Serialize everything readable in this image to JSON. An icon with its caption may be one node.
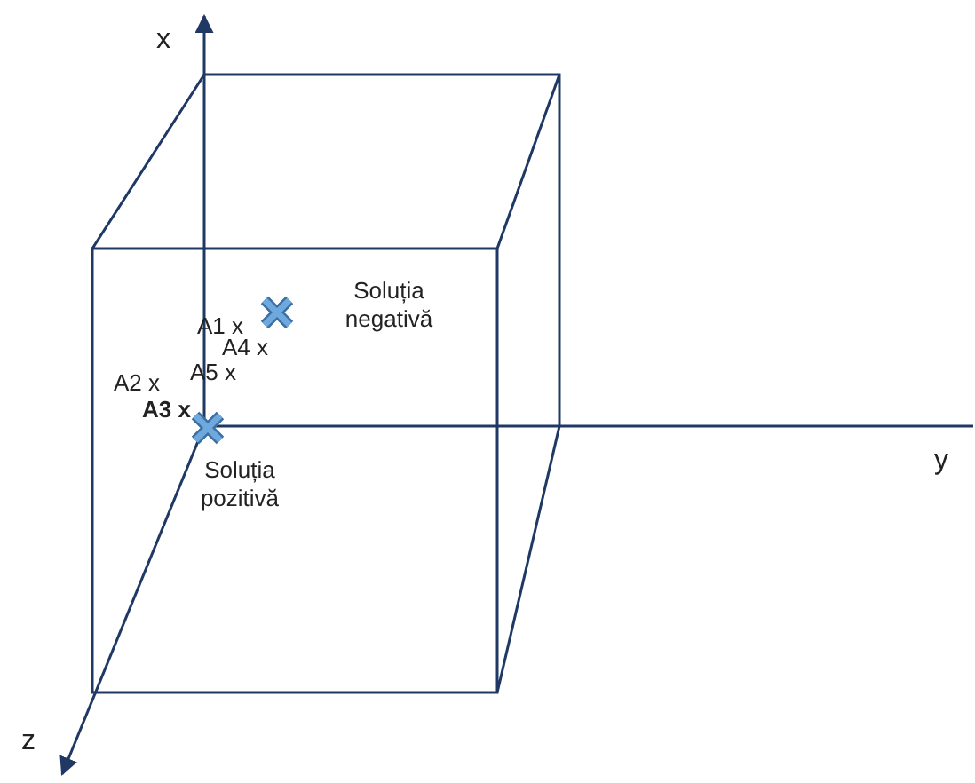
{
  "diagram": {
    "labels": [
      "x",
      "Soluția negativă",
      "A1 x",
      "A4 x",
      "A5 x",
      "A2 x",
      "A3 x",
      "Soluția pozitivă",
      "y",
      "z"
    ]
  }
}
